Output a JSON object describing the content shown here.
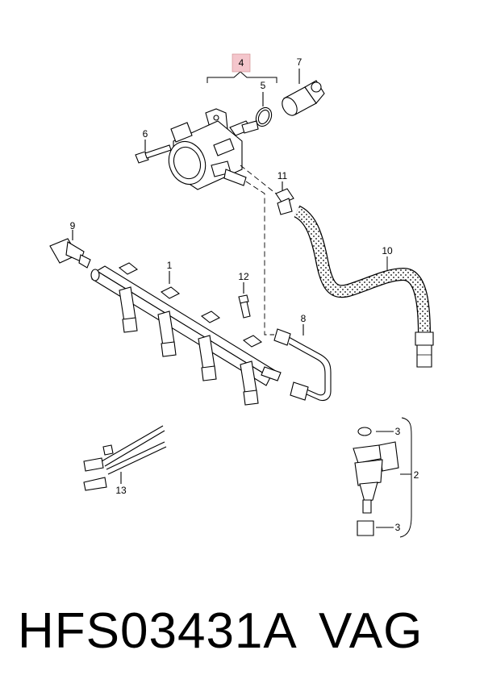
{
  "callouts": {
    "c1": "1",
    "c2": "2",
    "c3a": "3",
    "c3b": "3",
    "c4": "4",
    "c5": "5",
    "c6": "6",
    "c7": "7",
    "c8": "8",
    "c9": "9",
    "c10": "10",
    "c11": "11",
    "c12": "12",
    "c13": "13"
  },
  "highlight_color": "#f4c6cc",
  "footer": {
    "part_number": "HFS03431A",
    "brand": "VAG"
  }
}
